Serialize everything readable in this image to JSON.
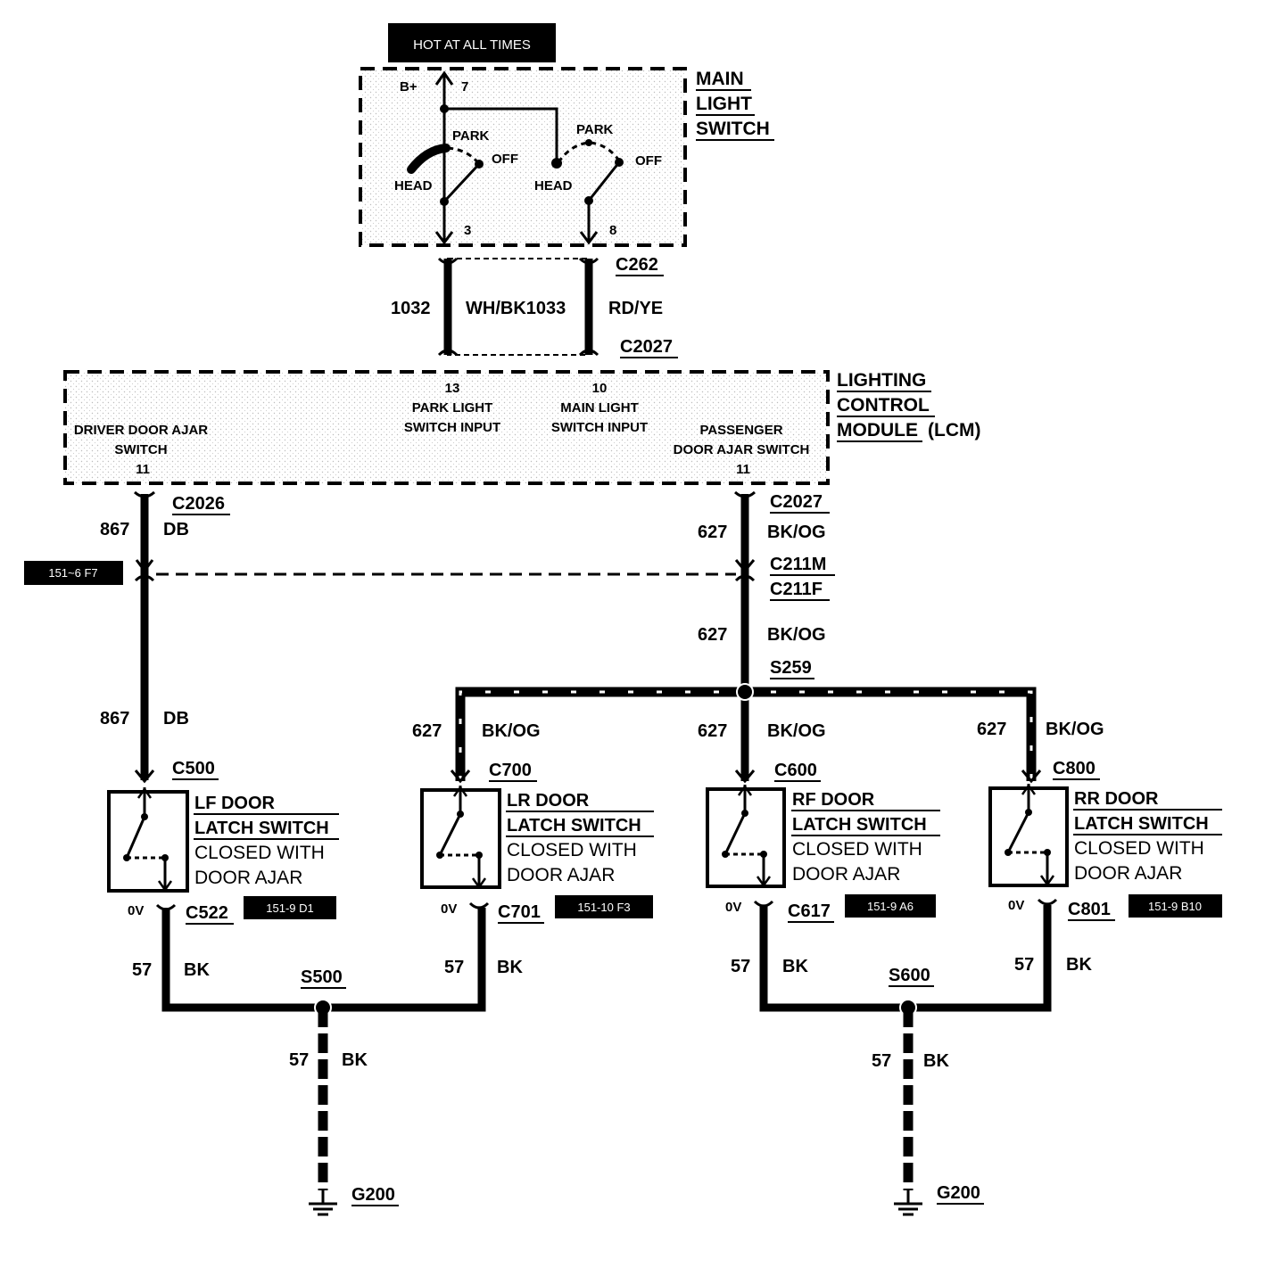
{
  "main_switch": {
    "hot_label": "HOT AT ALL TIMES",
    "title_lines": [
      "MAIN",
      "LIGHT",
      "SWITCH"
    ],
    "b_plus": "B+",
    "pin_top": "7",
    "park1": "PARK",
    "off1": "OFF",
    "head1": "HEAD",
    "pin_left": "3",
    "park2": "PARK",
    "off2": "OFF",
    "head2": "HEAD",
    "pin_right": "8"
  },
  "harness_top": {
    "connector_upper": "C262",
    "connector_lower": "C2027",
    "circuit_left": "1032",
    "color_left_circuit_right": "WH/BK1033",
    "color_right": "RD/YE"
  },
  "lcm": {
    "title_lines": [
      "LIGHTING",
      "CONTROL",
      "MODULE"
    ],
    "title_suffix": "(LCM)",
    "pin_park": "13",
    "park_input_1": "PARK LIGHT",
    "park_input_2": "SWITCH INPUT",
    "pin_main": "10",
    "main_input_1": "MAIN LIGHT",
    "main_input_2": "SWITCH INPUT",
    "driver_1": "DRIVER DOOR AJAR",
    "driver_2": "SWITCH",
    "driver_pin": "11",
    "passenger_1": "PASSENGER",
    "passenger_2": "DOOR AJAR SWITCH",
    "passenger_pin": "11"
  },
  "left_branch": {
    "connector": "C2026",
    "circuit": "867",
    "color": "DB",
    "ref_tag": "151~6 F7",
    "circuit_2": "867",
    "color_2": "DB"
  },
  "right_branch": {
    "connector": "C2027",
    "circuit": "627",
    "color": "BK/OG",
    "inline_m": "C211M",
    "inline_f": "C211F",
    "circuit_2": "627",
    "color_2": "BK/OG",
    "splice": "S259"
  },
  "switches": [
    {
      "wire_circuit": "867",
      "wire_color": "DB",
      "conn_top": "C500",
      "name_1": "LF DOOR",
      "name_2": "LATCH SWITCH",
      "desc_1": "CLOSED WITH",
      "desc_2": "DOOR AJAR",
      "volt": "0V",
      "conn_bottom": "C522",
      "ref_tag": "151-9 D1"
    },
    {
      "wire_circuit": "627",
      "wire_color": "BK/OG",
      "conn_top": "C700",
      "name_1": "LR DOOR",
      "name_2": "LATCH SWITCH",
      "desc_1": "CLOSED WITH",
      "desc_2": "DOOR AJAR",
      "volt": "0V",
      "conn_bottom": "C701",
      "ref_tag": "151-10 F3"
    },
    {
      "wire_circuit": "627",
      "wire_color": "BK/OG",
      "conn_top": "C600",
      "name_1": "RF DOOR",
      "name_2": "LATCH SWITCH",
      "desc_1": "CLOSED WITH",
      "desc_2": "DOOR AJAR",
      "volt": "0V",
      "conn_bottom": "C617",
      "ref_tag": "151-9 A6"
    },
    {
      "wire_circuit": "627",
      "wire_color": "BK/OG",
      "conn_top": "C800",
      "name_1": "RR DOOR",
      "name_2": "LATCH SWITCH",
      "desc_1": "CLOSED WITH",
      "desc_2": "DOOR AJAR",
      "volt": "0V",
      "conn_bottom": "C801",
      "ref_tag": "151-9 B10"
    }
  ],
  "ground_left": {
    "circuit_a": "57",
    "color_a": "BK",
    "circuit_b": "57",
    "color_b": "BK",
    "splice": "S500",
    "circuit_c": "57",
    "color_c": "BK",
    "ground": "G200"
  },
  "ground_right": {
    "circuit_a": "57",
    "color_a": "BK",
    "circuit_b": "57",
    "color_b": "BK",
    "splice": "S600",
    "circuit_c": "57",
    "color_c": "BK",
    "ground": "G200"
  }
}
